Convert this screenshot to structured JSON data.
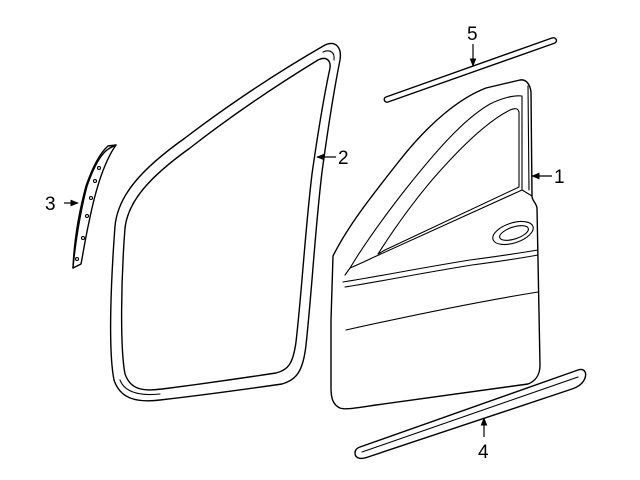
{
  "callouts": {
    "door_shell": "1",
    "weatherstrip": "2",
    "pillar_molding": "3",
    "rocker_molding": "4",
    "belt_molding": "5"
  },
  "colors": {
    "line": "#000000",
    "background": "#ffffff"
  }
}
